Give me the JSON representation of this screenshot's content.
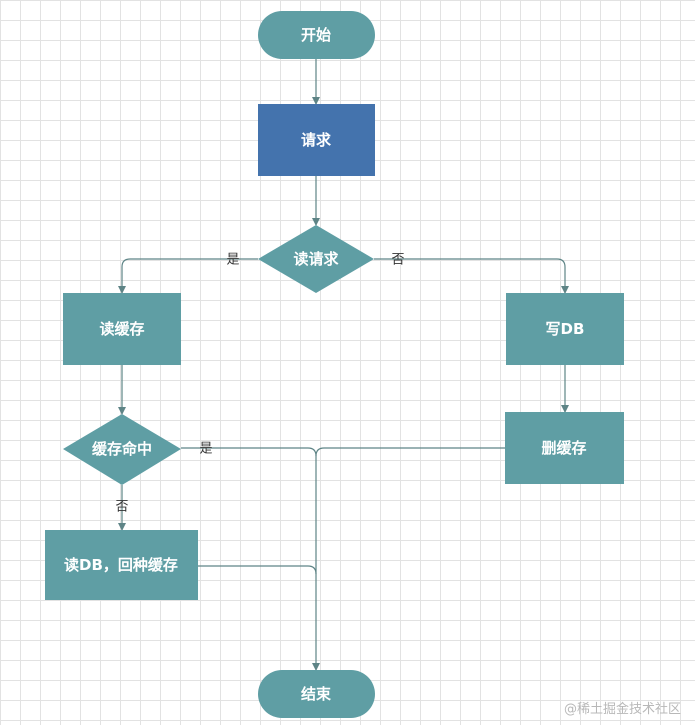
{
  "colors": {
    "node_fill": "#5f9ea4",
    "request_fill": "#4473ad",
    "edge": "#5e8486",
    "watermark": "#b8b8b8"
  },
  "nodes": {
    "start": "开始",
    "request": "请求",
    "read_request": "读请求",
    "read_cache": "读缓存",
    "write_db": "写DB",
    "cache_hit": "缓存命中",
    "delete_cache": "删缓存",
    "read_db_backfill": "读DB，回种缓存",
    "end": "结束"
  },
  "edges": {
    "read_yes": "是",
    "read_no": "否",
    "hit_yes": "是",
    "hit_no": "否"
  },
  "watermark": "@稀土掘金技术社区"
}
